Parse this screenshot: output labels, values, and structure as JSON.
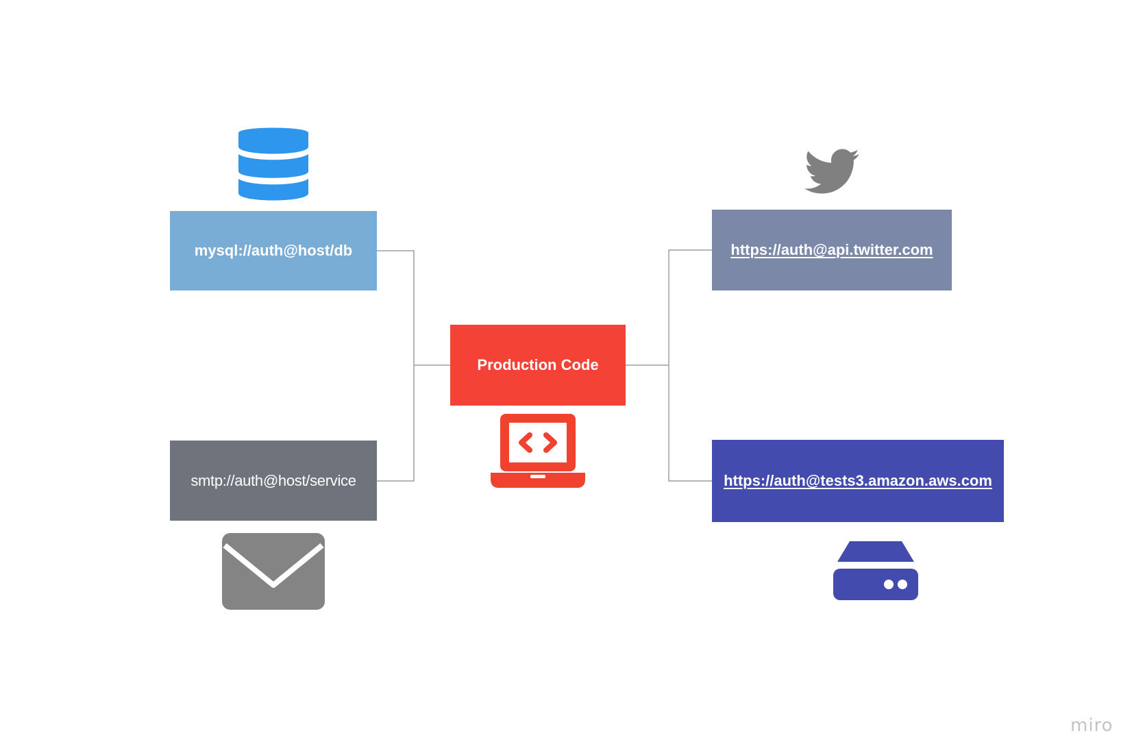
{
  "diagram": {
    "center": {
      "label": "Production Code",
      "color": "#f44336",
      "icon": "laptop-code-icon"
    },
    "nodes": {
      "mysql": {
        "label": "mysql://auth@host/db",
        "color": "#7aadd6",
        "icon": "database-icon"
      },
      "smtp": {
        "label": "smtp://auth@host/service",
        "color": "#6e737c",
        "icon": "envelope-icon"
      },
      "twitter": {
        "label": "https://auth@api.twitter.com",
        "color": "#7b88a7",
        "icon": "twitter-bird-icon",
        "is_link": true
      },
      "aws": {
        "label": "https://auth@tests3.amazon.aws.com",
        "color": "#434bae",
        "icon": "hard-drive-icon",
        "is_link": true
      }
    },
    "connector_color": "#9e9e9e"
  },
  "watermark": "miro"
}
